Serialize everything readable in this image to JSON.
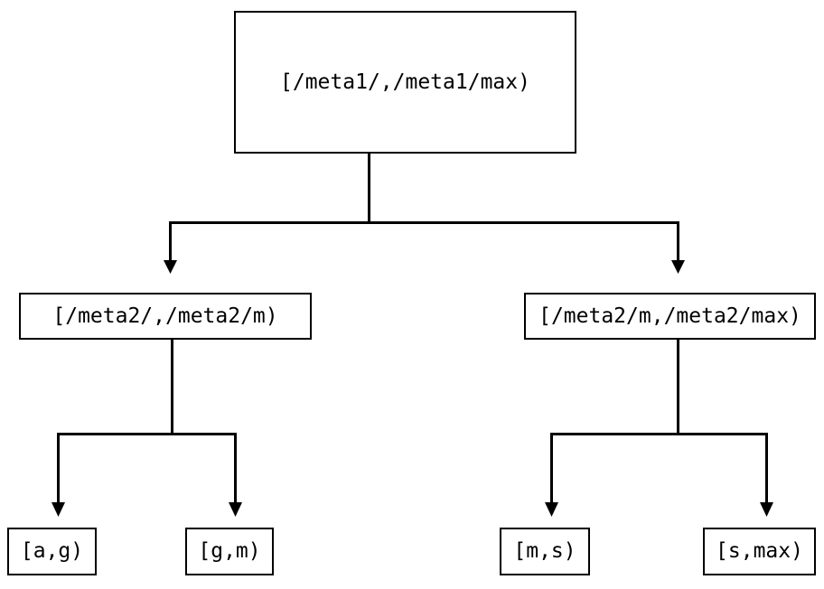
{
  "diagram": {
    "type": "tree",
    "title": "",
    "orientation": "top-down",
    "background_color": "#ffffff",
    "line_color": "#000000",
    "text_color": "#000000",
    "node_fill": "#ffffff",
    "edge_style": "orthogonal-elbow-with-arrowhead",
    "nodes": {
      "root": {
        "label": "[/meta1/,/meta1/max)"
      },
      "mid_left": {
        "label": "[/meta2/,/meta2/m)"
      },
      "mid_right": {
        "label": "[/meta2/m,/meta2/max)"
      },
      "leaf_1": {
        "label": "[a,g)"
      },
      "leaf_2": {
        "label": "[g,m)"
      },
      "leaf_3": {
        "label": "[m,s)"
      },
      "leaf_4": {
        "label": "[s,max)"
      }
    },
    "edges": [
      {
        "from": "root",
        "to": "mid_left"
      },
      {
        "from": "root",
        "to": "mid_right"
      },
      {
        "from": "mid_left",
        "to": "leaf_1"
      },
      {
        "from": "mid_left",
        "to": "leaf_2"
      },
      {
        "from": "mid_right",
        "to": "leaf_3"
      },
      {
        "from": "mid_right",
        "to": "leaf_4"
      }
    ]
  }
}
